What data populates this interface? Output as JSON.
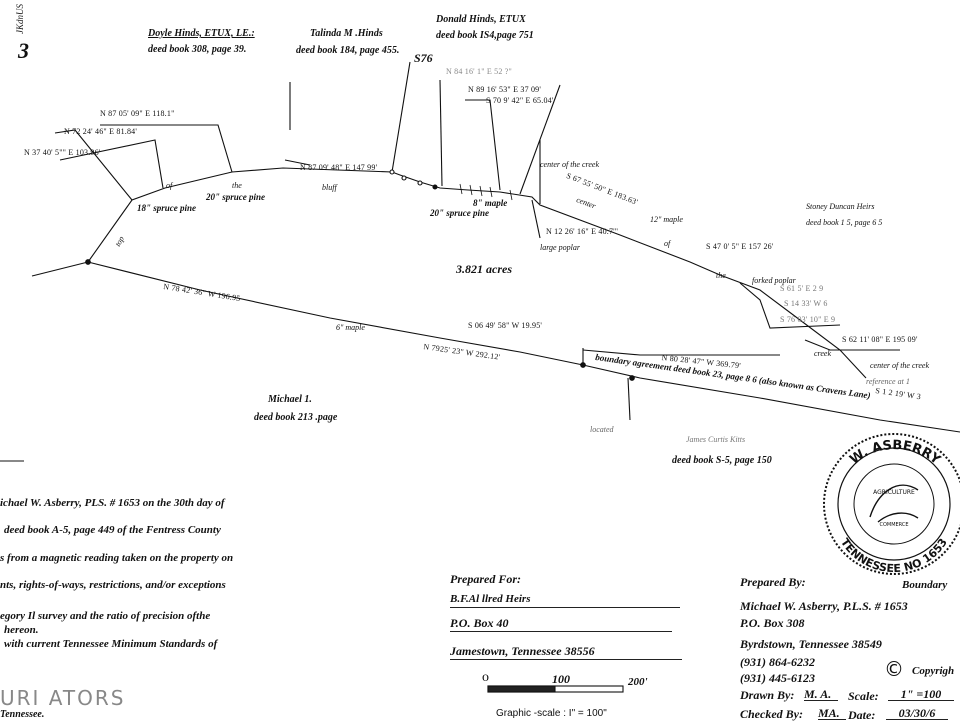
{
  "page": {
    "sheet_number": "3",
    "corner_text": "JKdnUS"
  },
  "adjoiners": {
    "doyle": {
      "name": "Doyle Hinds, ETUX, LE.:",
      "deed": "deed book 308, page 39."
    },
    "talinda": {
      "name": "Talinda M .Hinds",
      "deed": "deed book 184, page 455."
    },
    "donald": {
      "name": "Donald Hinds, ETUX",
      "deed": "deed book IS4,page 751"
    },
    "stoney": {
      "name": "Stoney Duncan Heirs",
      "deed": "deed book 1 5, page 6 5"
    },
    "michael": {
      "name": "Michael 1.",
      "deed": "deed book 213 .page"
    },
    "james": {
      "name": "James Curtis Kitts",
      "deed": "deed book S-5, page 150"
    }
  },
  "plat": {
    "s76": "S76",
    "acreage": "3.821 acres",
    "bearings": [
      "N 87 05' 09\" E 118.1\"",
      "N 72 24' 46\" E 81.84'",
      "N 37 40' 5\"\" E 103.96'",
      "N 87 09' 48\" E 147 99'",
      "N 84 16' 1\" E 52 ?\"",
      "N 89 16' 53\" E 37 09'",
      "S 70 9' 42\" E 65.04'",
      "S 67 55' 50\" E 183.63'",
      "N 12 26' 16\" E 40.7'\"",
      "S 47 0' 5\" E 157 26'",
      "S 61 5' E 2 9",
      "S 14 33' W 6",
      "S 76 03' 10\" E 9",
      "S 62 11' 08\" E 195 09'",
      "N 78 42' 36\" W 196.95",
      "S 06 49' 58\" W 19.95'",
      "N 7925' 23\" W 292.12'",
      "N 80 28' 47\" W 369.79'",
      "S 1 2 19' W 3"
    ],
    "labels": {
      "of_1": "of",
      "spruce_18": "18\" spruce pine",
      "the_1": "the",
      "spruce_20a": "20\" spruce pine",
      "bluff": "bluff",
      "top": "top",
      "maple_8": "8\" maple",
      "spruce_20b": "20\" spruce pine",
      "center_creek_1": "center of the creek",
      "center": "center",
      "maple_12": "12\" maple",
      "large_poplar": "large poplar",
      "of_2": "of",
      "the_2": "the",
      "forked_poplar": "forked poplar",
      "creek": "creek",
      "center_creek_2": "center of the creek",
      "reference": "reference at 1",
      "maple_6": "6\" maple",
      "boundary_agreement": "boundary agreement deed book 23, page 8 6 (also known as Cravens Lane)",
      "located": "located"
    }
  },
  "notes": {
    "line1": "ichael W. Asberry, PLS. # 1653 on the 30th day of",
    "line2": "deed book A-5, page 449 of the Fentress County",
    "line3": "s from a magnetic reading taken on the property on",
    "line4": "nts, rights-of-ways, restrictions, and/or exceptions",
    "line5": "egory Il survey and the ratio of precision ofthe",
    "line6": "hereon.",
    "line7": "with current Tennessee Minimum Standards of",
    "line8": "Tennessee."
  },
  "prepared_for": {
    "label": "Prepared For:",
    "name": "B.F.Al llred Heirs",
    "box": "P.O. Box 40",
    "city": "Jamestown, Tennessee 38556"
  },
  "scale_bar": {
    "zero": "o",
    "hundred": "100",
    "two_hundred": "200'",
    "caption": "Graphic -scale : I\" = 100\""
  },
  "prepared_by": {
    "label": "Prepared By:",
    "name": "Michael W. Asberry, P.L.S. # 1653",
    "box": "P.O. Box 308",
    "city": "Byrdstown, Tennessee 38549",
    "phone1": "(931) 864-6232",
    "phone2": "(931) 445-6123",
    "drawn_label": "Drawn By:",
    "drawn_value": "M. A.",
    "checked_label": "Checked By:",
    "checked_value": "MA.",
    "scale_label": "Scale:",
    "scale_value": "1\" =100",
    "date_label": "Date:",
    "date_value": "03/30/6"
  },
  "title_block": {
    "boundary": "Boundary",
    "copyright": "Copyrigh",
    "copyright_symbol": "©"
  },
  "seal": {
    "top_text": "W. ASBERRY",
    "bottom_text": "TENNESSEE NO 1653",
    "inner_text": "AGRICULTURE",
    "commerce_text": "COMMERCE"
  },
  "watermark": "URI ATORS"
}
